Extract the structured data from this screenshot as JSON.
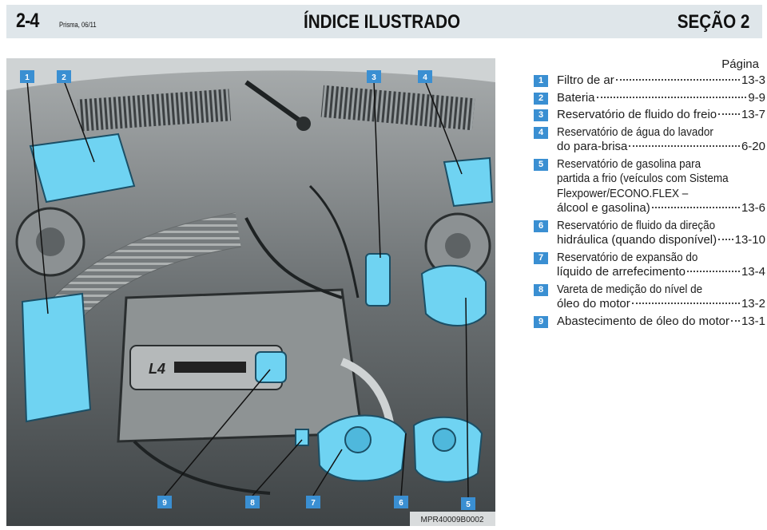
{
  "header": {
    "page_number": "2-4",
    "edition": "Prisma, 06/11",
    "title": "ÍNDICE ILUSTRADO",
    "section": "SEÇÃO 2"
  },
  "photo": {
    "image_code": "MPR40009B0002",
    "engine_badge": "L4",
    "callouts": [
      "1",
      "2",
      "3",
      "4",
      "9",
      "8",
      "7",
      "6",
      "5"
    ]
  },
  "index": {
    "page_column_label": "Página",
    "entries": [
      {
        "num": "1",
        "lines": [],
        "last": "Filtro de ar",
        "page": "13-3"
      },
      {
        "num": "2",
        "lines": [],
        "last": "Bateria",
        "page": "9-9"
      },
      {
        "num": "3",
        "lines": [],
        "last": "Reservatório de fluido do freio",
        "page": "13-7"
      },
      {
        "num": "4",
        "lines": [
          "Reservatório de água do lavador"
        ],
        "last": "do para-brisa",
        "page": "6-20"
      },
      {
        "num": "5",
        "lines": [
          "Reservatório de gasolina para",
          "partida a frio (veículos com Sistema",
          "Flexpower/ECONO.FLEX –"
        ],
        "last": "álcool e gasolina)",
        "page": "13-6"
      },
      {
        "num": "6",
        "lines": [
          "Reservatório de fluido da direção"
        ],
        "last": "hidráulica (quando disponível)",
        "page": "13-10"
      },
      {
        "num": "7",
        "lines": [
          "Reservatório de expansão do"
        ],
        "last": "líquido de arrefecimento",
        "page": "13-4"
      },
      {
        "num": "8",
        "lines": [
          "Vareta de medição do nível de"
        ],
        "last": "óleo do motor",
        "page": "13-2"
      },
      {
        "num": "9",
        "lines": [],
        "last": "Abastecimento de óleo do motor",
        "page": "13-1"
      }
    ]
  },
  "colors": {
    "badge": "#3a8fd2",
    "highlight": "#6fd3f2",
    "header_band": "#dfe6ea"
  }
}
